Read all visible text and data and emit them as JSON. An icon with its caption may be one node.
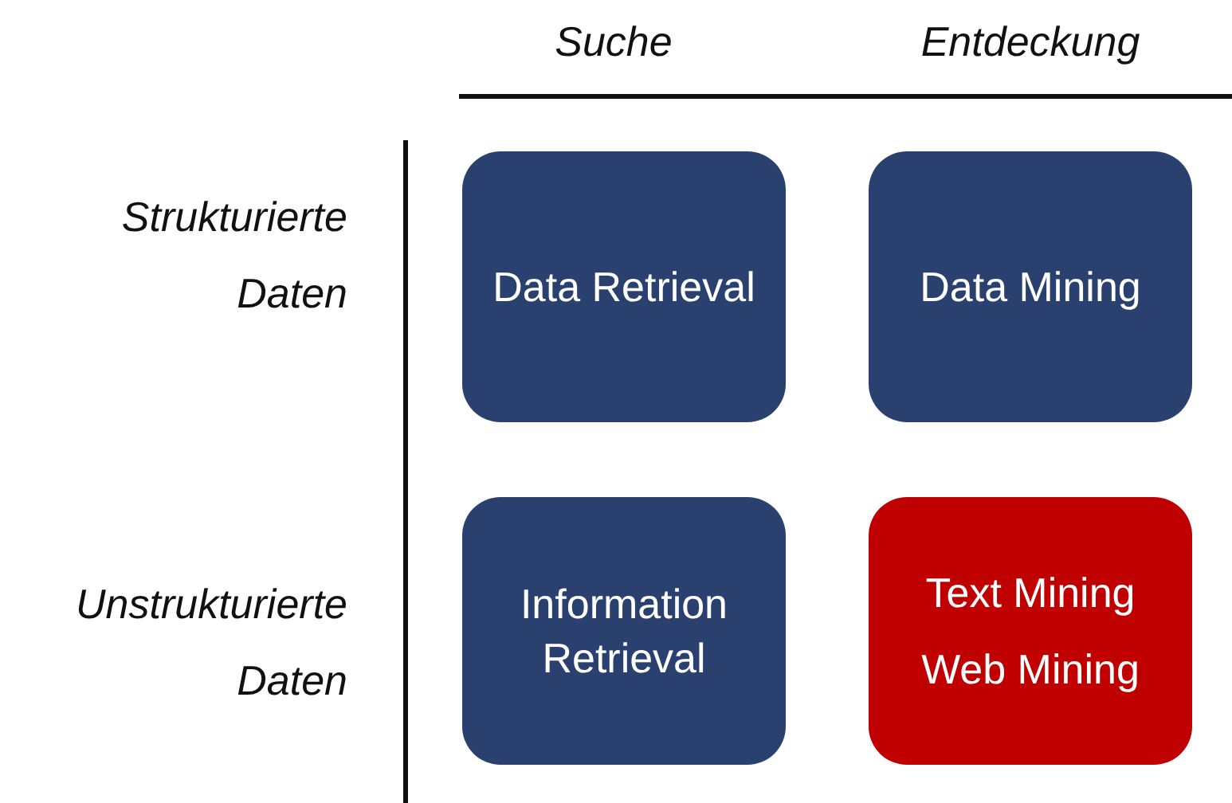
{
  "diagram": {
    "nodes": [
      {
        "text": [
          "Data Retrieval"
        ]
      },
      {
        "text": [
          "Data Mining"
        ]
      },
      {
        "text": [
          "Information Retrieval"
        ]
      },
      {
        "text": [
          "Text Mining",
          "Web Mining"
        ]
      }
    ],
    "edges": [],
    "labels": [
      "Suche",
      "Entdeckung",
      "Strukturierte Daten",
      "Unstrukturierte Daten"
    ]
  }
}
